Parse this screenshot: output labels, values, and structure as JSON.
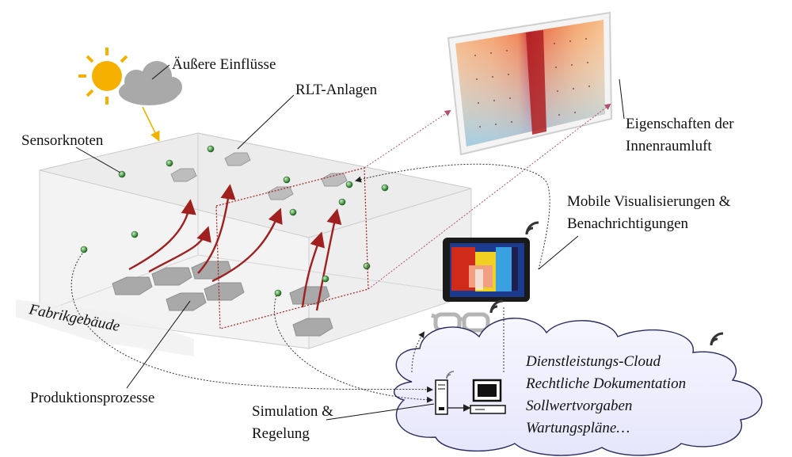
{
  "labels": {
    "external_influences": "Äußere Einflüsse",
    "hvac": "RLT-Anlagen",
    "sensor_nodes": "Sensorknoten",
    "indoor_air_1": "Eigenschaften der",
    "indoor_air_2": "Innenraumluft",
    "mobile_1": "Mobile Visualisierungen &",
    "mobile_2": "Benachrichtigungen",
    "factory": "Fabrikgebäude",
    "production": "Produktionsprozesse",
    "simulation_1": "Simulation &",
    "simulation_2": "Regelung"
  },
  "cloud": {
    "lines": [
      "Dienstleistungs-Cloud",
      "Rechtliche Dokumentation",
      "Sollwertvorgaben",
      "Wartungspläne…"
    ]
  },
  "colors": {
    "heatmap_hot": "#c8282a",
    "heatmap_warm": "#f4a261",
    "heatmap_cool": "#9fd0e8",
    "airflow_arrow": "#a01f1f",
    "sensor": "#3a8f3a",
    "cloud_fill": "#eeeeff",
    "sun": "#f6b100"
  }
}
